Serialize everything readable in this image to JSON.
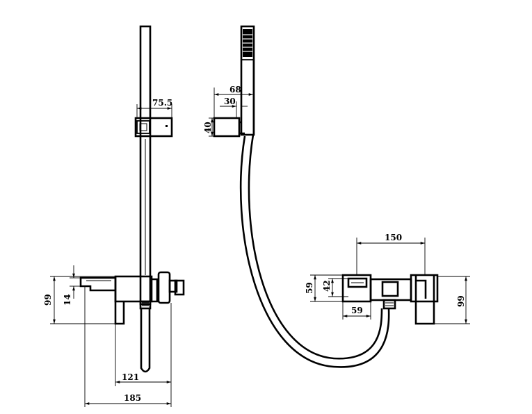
{
  "dimensions": {
    "handset_holder_width": "75.5",
    "holder_offset_outer": "68",
    "holder_offset_inner": "30",
    "holder_height": "40",
    "body_height_left": "99",
    "spout_height": "14",
    "spout_depth": "121",
    "overall_depth": "185",
    "centers_distance": "150",
    "handle_height": "59",
    "spout_outlet_height": "42",
    "spout_outlet_width": "59",
    "body_height_right": "99"
  }
}
